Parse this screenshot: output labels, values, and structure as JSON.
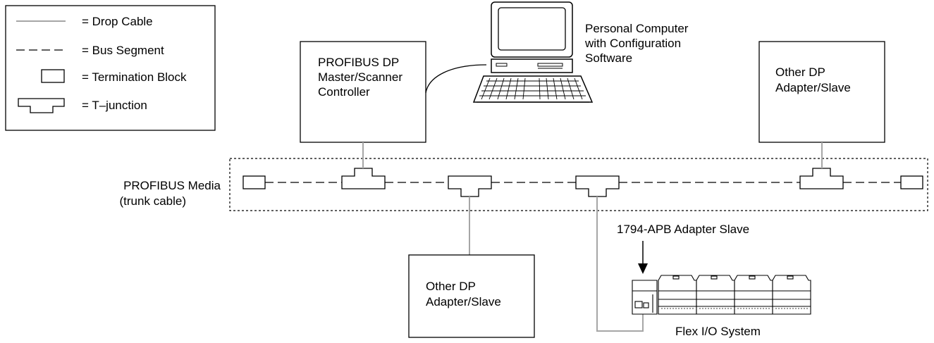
{
  "legend": {
    "drop_cable": "= Drop Cable",
    "bus_segment": "= Bus Segment",
    "termination_block": "= Termination Block",
    "t_junction": "= T–junction"
  },
  "master": {
    "line1": "PROFIBUS DP",
    "line2": "Master/Scanner",
    "line3": "Controller"
  },
  "pc": {
    "line1": "Personal Computer",
    "line2": "with Configuration",
    "line3": "Software"
  },
  "slave_right": {
    "line1": "Other DP",
    "line2": "Adapter/Slave"
  },
  "slave_bottom": {
    "line1": "Other DP",
    "line2": "Adapter/Slave"
  },
  "media": {
    "line1": "PROFIBUS Media",
    "line2": "(trunk cable)"
  },
  "apb_label": "1794-APB Adapter Slave",
  "flex_label": "Flex I/O System",
  "colors": {
    "drop_cable": "#a6a6a6",
    "line": "#000000"
  }
}
